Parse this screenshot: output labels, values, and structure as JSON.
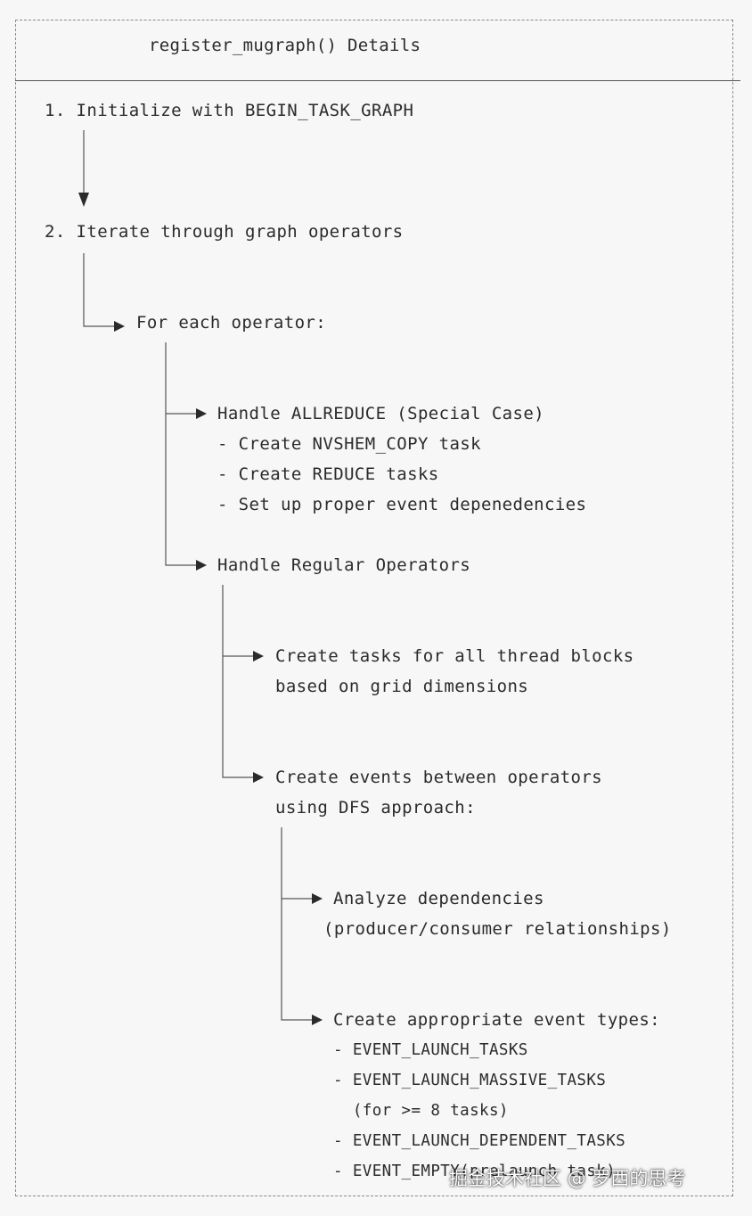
{
  "title": "register_mugraph() Details",
  "steps": {
    "step1": "1. Initialize with BEGIN_TASK_GRAPH",
    "step2": "2. Iterate through graph operators",
    "for_each": "For each operator:"
  },
  "allreduce": {
    "heading": "Handle ALLREDUCE (Special Case)",
    "items": [
      "- Create NVSHEM_COPY task",
      "- Create REDUCE tasks",
      "- Set up proper event depenedencies"
    ]
  },
  "regular": {
    "heading": "Handle Regular Operators",
    "create_tasks": [
      "Create tasks for all thread blocks",
      "based on grid dimensions"
    ],
    "create_events": [
      "Create events between operators",
      "using DFS approach:"
    ]
  },
  "dependencies": {
    "heading": "Analyze dependencies",
    "detail": "(producer/consumer relationships)"
  },
  "event_types": {
    "heading": "Create appropriate event types:",
    "items": [
      "- EVENT_LAUNCH_TASKS",
      "- EVENT_LAUNCH_MASSIVE_TASKS",
      "  (for >= 8 tasks)",
      "- EVENT_LAUNCH_DEPENDENT_TASKS",
      "- EVENT_EMPTY(prelaunch task)"
    ]
  },
  "watermark": "掘金技术社区 @ 罗西的思考",
  "colors": {
    "background": "#f7f7f7",
    "text": "#2b2b2b",
    "line": "#555555"
  }
}
